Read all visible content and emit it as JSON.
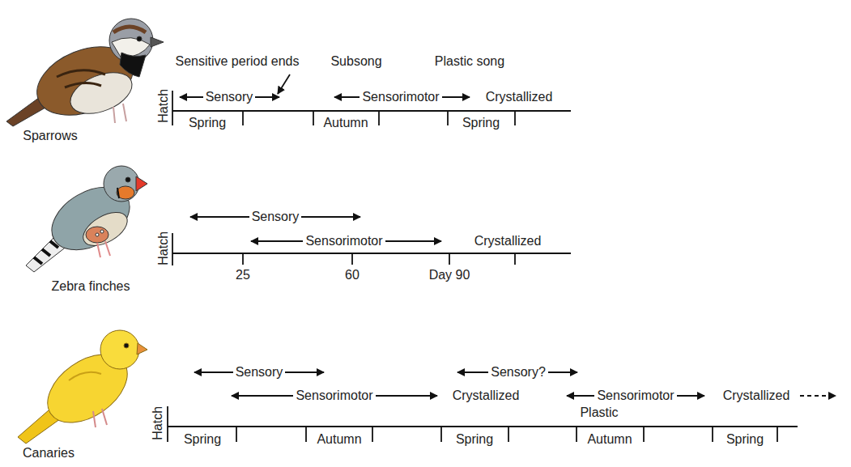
{
  "diagram": {
    "labels": [
      "Sensitive period ends",
      "Subsong",
      "Plastic song",
      "Hatch",
      "Sensory",
      "Sensorimotor",
      "Crystallized",
      "Spring",
      "Autumn",
      "Spring",
      "Sparrows",
      "Hatch",
      "Sensory",
      "Sensorimotor",
      "Crystallized",
      "25",
      "60",
      "Day 90",
      "Zebra finches",
      "Sensory",
      "Sensory?",
      "Sensorimotor",
      "Crystallized",
      "Sensorimotor",
      "Crystallized",
      "Plastic",
      "Hatch",
      "Spring",
      "Autumn",
      "Spring",
      "Autumn",
      "Spring",
      "Canaries"
    ]
  }
}
